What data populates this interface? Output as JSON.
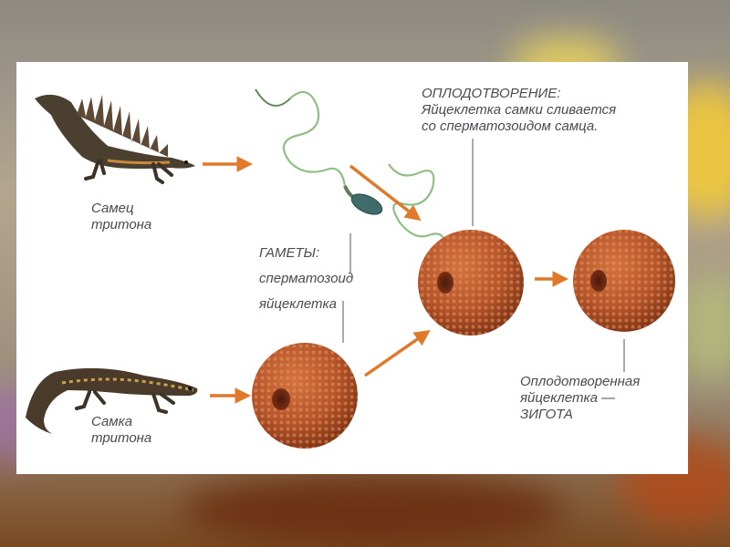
{
  "labels": {
    "male_line1": "Самец",
    "male_line2": "тритона",
    "female_line1": "Самка",
    "female_line2": "тритона",
    "gametes_title": "ГАМЕТЫ:",
    "gamete_sperm": "сперматозоид",
    "gamete_egg": "яйцеклетка",
    "fertilization_title": "ОПЛОДОТВОРЕНИЕ:",
    "fertilization_line2": "Яйцеклетка самки сливается",
    "fertilization_line3": "со сперматозоидом самца.",
    "zygote_line1": "Оплодотворенная",
    "zygote_line2": "яйцеклетка —",
    "zygote_line3": "ЗИГОТА"
  },
  "colors": {
    "arrow": "#e07a2a",
    "egg": "#b5532a",
    "egg_dark": "#8a3515",
    "sperm": "#7fa37a",
    "label_text": "#4a4a52",
    "panel": "#ffffff"
  },
  "icons": {
    "male_newt": "crested-newt-male-icon",
    "female_newt": "newt-female-icon",
    "sperm": "sperm-cell-icon",
    "egg": "egg-cell-icon"
  }
}
